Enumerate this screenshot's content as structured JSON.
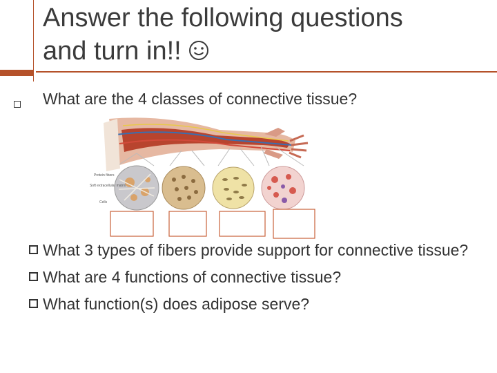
{
  "slide": {
    "title_line1": "Answer the following questions",
    "title_line2": "and turn in!!",
    "title_icon": "smiley-face-icon"
  },
  "question1": {
    "bullet_icon": "hollow-square-bullet-icon",
    "text": "What are the 4 classes of connective tissue?"
  },
  "figure": {
    "labels": [
      "Protein fibers",
      "Soft extracellular matrix",
      "Cells"
    ]
  },
  "questions": {
    "bullet_icon": "checkbox-bullet-icon",
    "items": [
      {
        "text": "What 3 types of fibers provide support for connective tissue?"
      },
      {
        "text": "What are 4 functions of connective tissue?"
      },
      {
        "text": "What function(s) does adipose serve?"
      }
    ]
  },
  "colors": {
    "accent_rule": "#b5522a",
    "text": "#3b3b3b",
    "answer_box_border": "#c8613a"
  }
}
